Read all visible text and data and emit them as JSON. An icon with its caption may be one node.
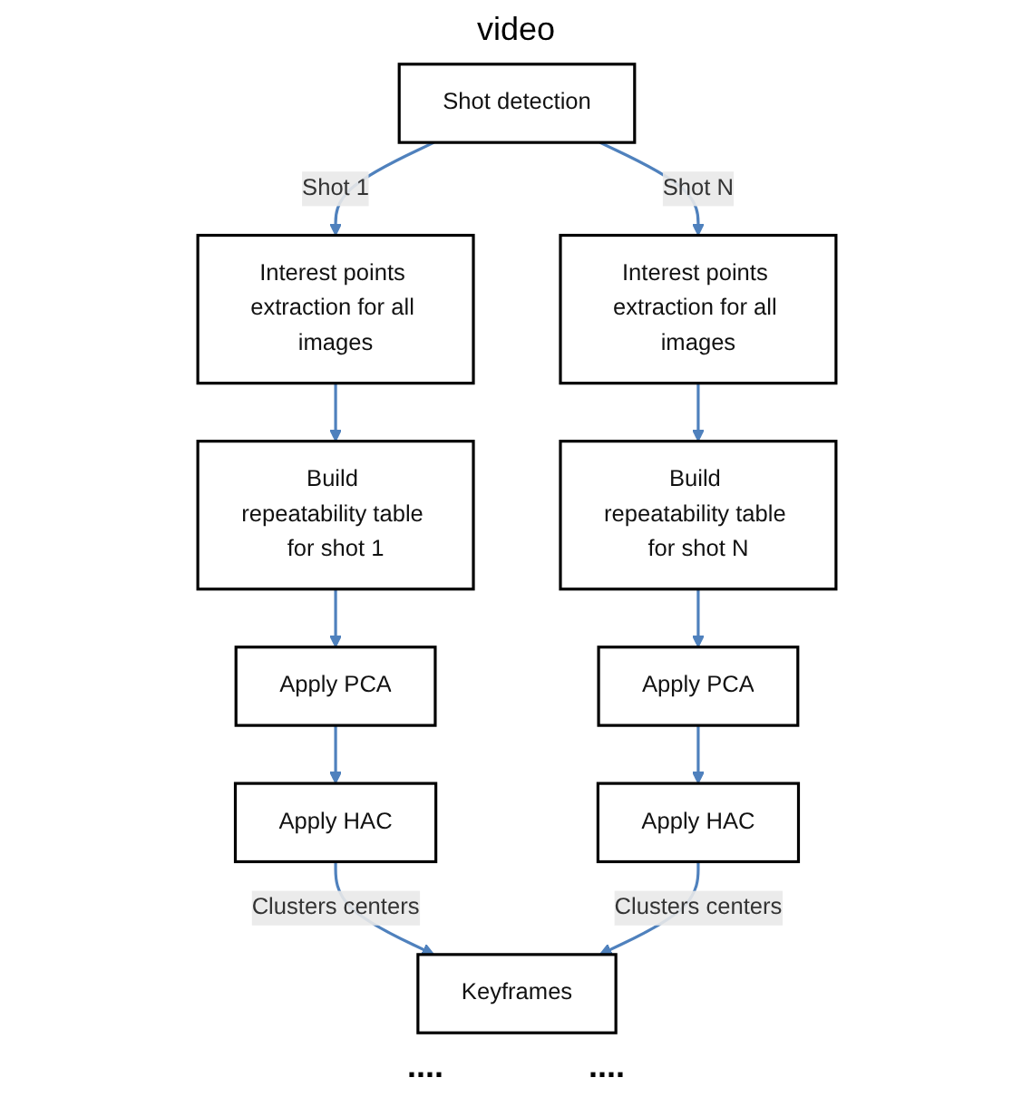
{
  "diagram": {
    "nodes": [
      {
        "text": [
          "Shot detection"
        ]
      },
      {
        "text": [
          "Interest points extraction for all images"
        ]
      },
      {
        "text": [
          "Interest points extraction for all images"
        ]
      },
      {
        "text": [
          "Build repeatability table for shot 1"
        ]
      },
      {
        "text": [
          "Build repeatability table for shot N"
        ]
      },
      {
        "text": [
          "Apply PCA"
        ]
      },
      {
        "text": [
          "Apply PCA"
        ]
      },
      {
        "text": [
          "Apply HAC"
        ]
      },
      {
        "text": [
          "Apply HAC"
        ]
      },
      {
        "text": [
          "Keyframes"
        ]
      }
    ],
    "edges": [
      {
        "from": 0,
        "to": 1,
        "arrow": "to",
        "label": "Shot 1"
      },
      {
        "from": 0,
        "to": 2,
        "arrow": "to",
        "label": "Shot N"
      },
      {
        "from": 1,
        "to": 3,
        "arrow": "to"
      },
      {
        "from": 2,
        "to": 4,
        "arrow": "to"
      },
      {
        "from": 3,
        "to": 5,
        "arrow": "to"
      },
      {
        "from": 4,
        "to": 6,
        "arrow": "to"
      },
      {
        "from": 5,
        "to": 7,
        "arrow": "to"
      },
      {
        "from": 6,
        "to": 8,
        "arrow": "to"
      },
      {
        "from": 7,
        "to": 9,
        "arrow": "to",
        "label": "Clusters centers"
      },
      {
        "from": 8,
        "to": 9,
        "arrow": "to",
        "label": "Clusters centers"
      }
    ],
    "labels": [
      "video",
      "....",
      "...."
    ]
  }
}
